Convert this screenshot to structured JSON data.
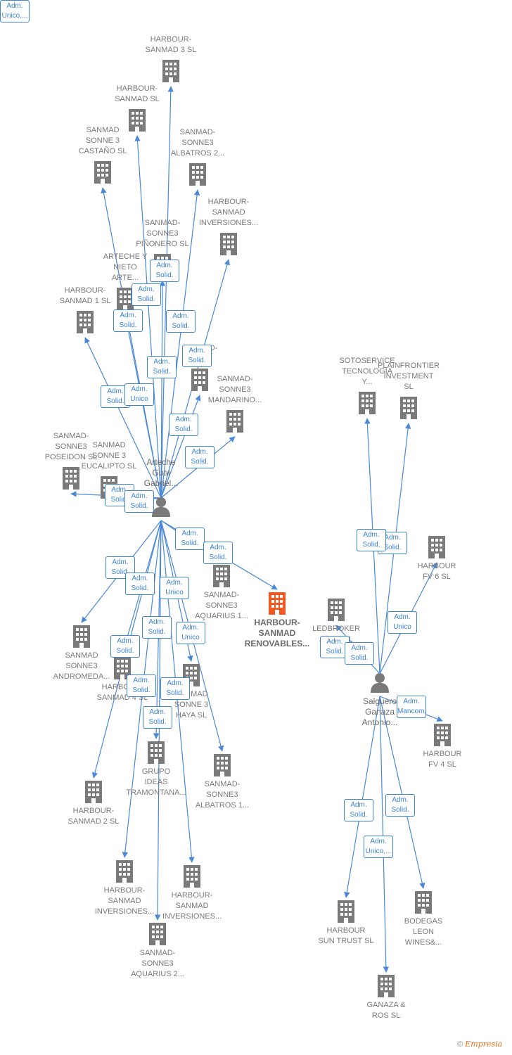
{
  "colors": {
    "edge": "#4a88d8",
    "building": "#7a7a7a",
    "focus": "#f15a22",
    "role_border": "#3d84d6"
  },
  "focus_company": {
    "label": "HARBOUR-\nSANMAD\nRENOVABLES..."
  },
  "persons": [
    {
      "id": "arteche",
      "label": "Arteche\nGual\nGabriel..."
    },
    {
      "id": "salguero",
      "label": "Salguero\nGanaza\nAntonio..."
    }
  ],
  "companies": [
    {
      "id": "c1",
      "label": "HARBOUR-\nSANMAD 3  SL"
    },
    {
      "id": "c2",
      "label": "HARBOUR-\nSANMAD  SL"
    },
    {
      "id": "c3",
      "label": "SANMAD\nSONNE 3\nCASTAÑO  SL"
    },
    {
      "id": "c4",
      "label": "SANMAD-\nSONNE3\nALBATROS 2..."
    },
    {
      "id": "c5",
      "label": "HARBOUR-\nSANMAD\nINVERSIONES..."
    },
    {
      "id": "c6",
      "label": "SANMAD-\nSONNE3\nPIÑONERO  SL"
    },
    {
      "id": "c7",
      "label": "ARTECHE Y\nNIETO\nARTE..."
    },
    {
      "id": "c8",
      "label": "HARBOUR-\nSANMAD 1  SL"
    },
    {
      "id": "c9",
      "label": "SANMAD-\n...  SL"
    },
    {
      "id": "c10",
      "label": "SANMAD-\nSONNE3\nMANDARINO..."
    },
    {
      "id": "c11",
      "label": "SANMAD-\nSONNE3\nPOSEIDON  SL"
    },
    {
      "id": "c12",
      "label": "SANMAD\nSONNE 3\nEUCALIPTO  SL"
    },
    {
      "id": "c13",
      "label": "SANMAD-\nSONNE3\nAQUARIUS 1..."
    },
    {
      "id": "c14",
      "label": "SANMAD\nSONNE3\nANDROMEDA..."
    },
    {
      "id": "c15",
      "label": "HARBOUR-\nSANMAD 4  SL"
    },
    {
      "id": "c16",
      "label": "SANMAD\nSONNE 3\nHAYA  SL"
    },
    {
      "id": "c17",
      "label": "GRUPO\nIDEAS\nTRAMONTANA..."
    },
    {
      "id": "c18",
      "label": "SANMAD-\nSONNE3\nALBATROS 1..."
    },
    {
      "id": "c19",
      "label": "HARBOUR-\nSANMAD 2  SL"
    },
    {
      "id": "c20",
      "label": "HARBOUR-\nSANMAD\nINVERSIONES..."
    },
    {
      "id": "c21",
      "label": "HARBOUR-\nSANMAD\nINVERSIONES..."
    },
    {
      "id": "c22",
      "label": "SANMAD-\nSONNE3\nAQUARIUS 2..."
    },
    {
      "id": "c23",
      "label": "SOTOSERVICE\nTECNOLOGIA\nY..."
    },
    {
      "id": "c24",
      "label": "PLAINFRONTIER\nINVESTMENT\nSL"
    },
    {
      "id": "c25",
      "label": "HARBOUR\nFV 6  SL"
    },
    {
      "id": "c26",
      "label": "LEDBROKER\nASE...  SL"
    },
    {
      "id": "c27",
      "label": "HARBOUR\nFV 4  SL"
    },
    {
      "id": "c28",
      "label": "HARBOUR\nSUN TRUST  SL"
    },
    {
      "id": "c29",
      "label": "BODEGAS\nLEON\nWINES&..."
    },
    {
      "id": "c30",
      "label": "GANAZA &\nROS  SL"
    }
  ],
  "roles": [
    "Adm.\nSolid.",
    "Adm.\nSolid.",
    "Adm.\nSolid.",
    "Adm.\nSolid.",
    "Adm.\nSolid.",
    "Adm.\nSolid.",
    "Adm.\nSolid.",
    "Adm.\nUnico",
    "Adm.\nSolid.",
    "Adm.\nSolid.",
    "Adm.\nSolid.",
    "Adm.\nSolid.",
    "Adm.\nSolid.",
    "Adm.\nSolid.",
    "Adm.\nSolid.",
    "Adm.\nSolid.",
    "Adm.\nUnico",
    "Adm.\nSolid.",
    "Adm.\nUnico",
    "Adm.\nSolid.",
    "Adm.\nSolid.",
    "Adm.\nSolid.",
    "Adm.\nSolid.",
    "Adm.\nSolid.",
    "Adm.\nSolid.",
    "Adm.\nUnico",
    "Adm.\nSolid.",
    "Adm.\nSolid.",
    "Adm.\nSolid.",
    "Adm.\nMancom.",
    "Adm.\nSolid.",
    "Adm.\nSolid.",
    "Adm.\nUnico,...",
    "Adm.\nUnico,..."
  ],
  "brand": {
    "copyright": "©",
    "name": "Empresia"
  }
}
